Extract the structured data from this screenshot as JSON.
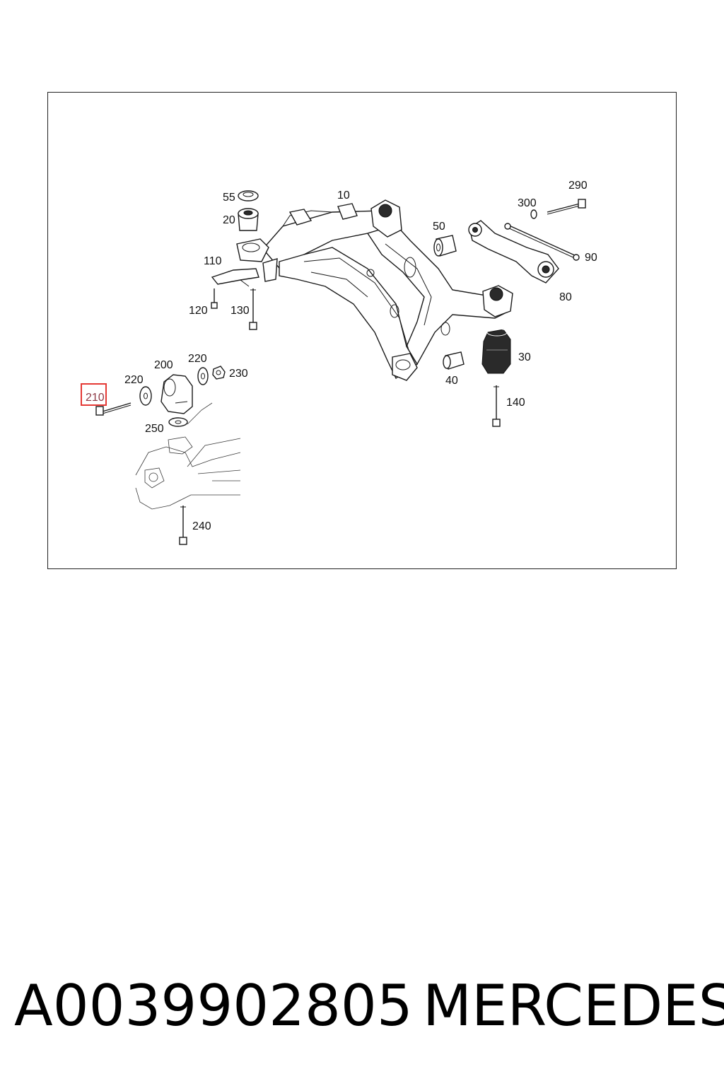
{
  "diagram": {
    "labels": {
      "l55": "55",
      "l10": "10",
      "l20": "20",
      "l290": "290",
      "l300": "300",
      "l50": "50",
      "l90": "90",
      "l110": "110",
      "l80": "80",
      "l120": "120",
      "l130": "130",
      "l30": "30",
      "l220a": "220",
      "l200": "200",
      "l220b": "220",
      "l230": "230",
      "l40": "40",
      "l210": "210",
      "l140": "140",
      "l250": "250",
      "l240": "240"
    },
    "highlighted_part": "210",
    "highlight_color": "#e53935"
  },
  "footer": {
    "part_number": "A0039902805",
    "brand": "MERCEDES"
  }
}
